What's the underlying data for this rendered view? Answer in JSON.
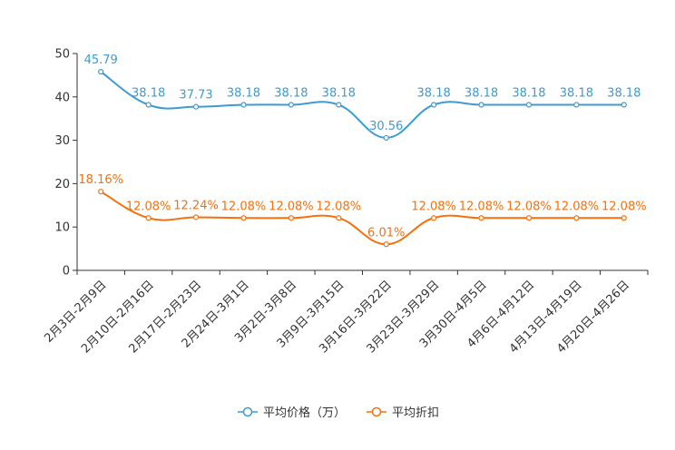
{
  "chart_data": {
    "type": "line",
    "title": "",
    "xlabel": "",
    "ylabel": "",
    "ylim": [
      0,
      50
    ],
    "yticks": [
      0,
      10,
      20,
      30,
      40,
      50
    ],
    "categories": [
      "2月3日-2月9日",
      "2月10日-2月16日",
      "2月17日-2月23日",
      "2月24日-3月1日",
      "3月2日-3月8日",
      "3月9日-3月15日",
      "3月16日-3月22日",
      "3月23日-3月29日",
      "3月30日-4月5日",
      "4月6日-4月12日",
      "4月13日-4月19日",
      "4月20日-4月26日"
    ],
    "series": [
      {
        "name": "平均价格（万）",
        "color": "#3d9bd1",
        "values": [
          45.79,
          38.18,
          37.73,
          38.18,
          38.18,
          38.18,
          30.56,
          38.18,
          38.18,
          38.18,
          38.18,
          38.18
        ],
        "labels": [
          "45.79",
          "38.18",
          "37.73",
          "38.18",
          "38.18",
          "38.18",
          "30.56",
          "38.18",
          "38.18",
          "38.18",
          "38.18",
          "38.18"
        ]
      },
      {
        "name": "平均折扣",
        "color": "#f5700f",
        "values": [
          18.16,
          12.08,
          12.24,
          12.08,
          12.08,
          12.08,
          6.01,
          12.08,
          12.08,
          12.08,
          12.08,
          12.08
        ],
        "labels": [
          "18.16%",
          "12.08%",
          "12.24%",
          "12.08%",
          "12.08%",
          "12.08%",
          "6.01%",
          "12.08%",
          "12.08%",
          "12.08%",
          "12.08%",
          "12.08%"
        ]
      }
    ],
    "grid": false,
    "legend_position": "bottom-center"
  }
}
